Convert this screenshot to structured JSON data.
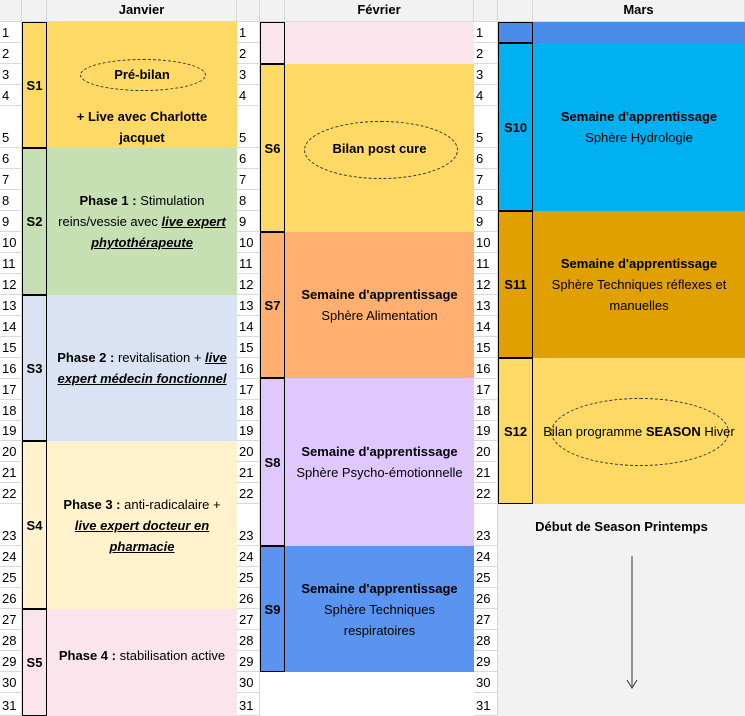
{
  "months": {
    "jan": "Janvier",
    "feb": "Février",
    "mar": "Mars"
  },
  "colors": {
    "s1": "#ffd966",
    "s2": "#c6e0b4",
    "s3": "#dae3f3",
    "s4": "#fff2cc",
    "s5": "#fce4ec",
    "feb_top": "#fce4ec",
    "s6": "#ffd966",
    "s7": "#ffb070",
    "s8": "#e0c8ff",
    "s9": "#5b93f0",
    "mar_top": "#4b8be8",
    "s10": "#00b0f0",
    "s11": "#e0a000",
    "s12": "#ffd966"
  },
  "rows": [
    "1",
    "2",
    "3",
    "4",
    "5",
    "6",
    "7",
    "8",
    "9",
    "10",
    "11",
    "12",
    "13",
    "14",
    "15",
    "16",
    "17",
    "18",
    "19",
    "20",
    "21",
    "22",
    "23",
    "24",
    "25",
    "26",
    "27",
    "28",
    "29",
    "30",
    "31"
  ],
  "janvier": {
    "s1": {
      "label": "S1",
      "line1": "Pré-bilan",
      "line2": "+ Live avec Charlotte jacquet"
    },
    "s2": {
      "label": "S2",
      "phase": "Phase 1 :",
      "text": " Stimulation reins/vessie avec ",
      "live": "live expert phytothérapeute"
    },
    "s3": {
      "label": "S3",
      "phase": "Phase 2 :",
      "text": " revitalisation + ",
      "live": "live expert médecin fonctionnel"
    },
    "s4": {
      "label": "S4",
      "phase": "Phase 3 :",
      "text": " anti-radicalaire + ",
      "live": "live expert docteur en pharmacie"
    },
    "s5": {
      "label": "S5",
      "phase": "Phase 4 :",
      "text": " stabilisation active"
    }
  },
  "fevrier": {
    "s6": {
      "label": "S6",
      "text": "Bilan post cure"
    },
    "s7": {
      "label": "S7",
      "title": "Semaine d'apprentissage",
      "sub": "Sphère Alimentation"
    },
    "s8": {
      "label": "S8",
      "title": "Semaine d'apprentissage",
      "sub": "Sphère Psycho-émotionnelle"
    },
    "s9": {
      "label": "S9",
      "title": "Semaine d'apprentissage",
      "sub": "Sphère Techniques respiratoires"
    }
  },
  "mars": {
    "s10": {
      "label": "S10",
      "title": "Semaine d'apprentissage",
      "sub": "Sphère Hydrologie"
    },
    "s11": {
      "label": "S11",
      "title": "Semaine d'apprentissage",
      "sub": "Sphère Techniques réflexes et manuelles"
    },
    "s12": {
      "label": "S12",
      "text1": "Bilan programme ",
      "bold": "SEASON",
      "text2": " Hiver"
    },
    "next": "Début de Season Printemps"
  }
}
